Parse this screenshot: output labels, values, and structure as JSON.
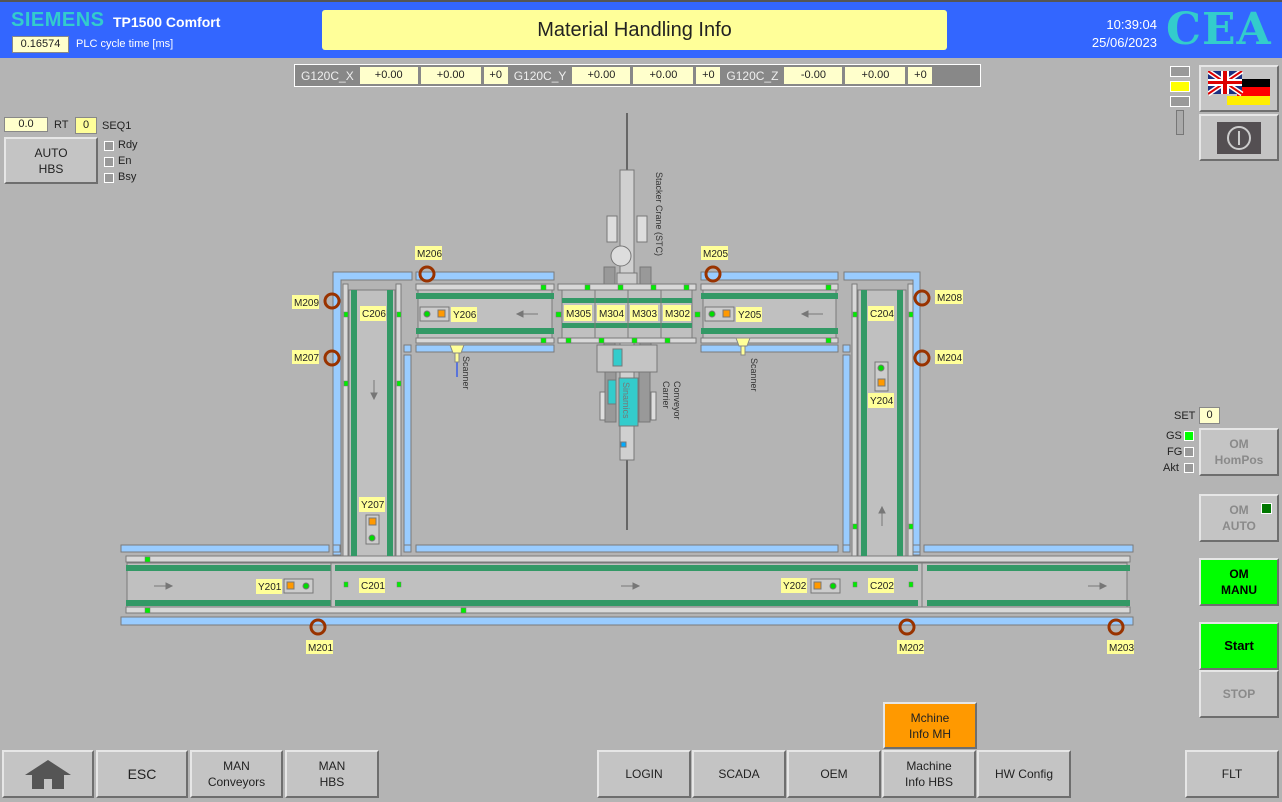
{
  "header": {
    "brand": "SIEMENS",
    "model": "TP1500 Comfort",
    "cycle_time": "0.16574",
    "cycle_label": "PLC cycle time [ms]",
    "title": "Material Handling Info",
    "time": "10:39:04",
    "date": "25/06/2023",
    "logo": "CEA"
  },
  "drives": [
    {
      "name": "G120C_X",
      "v1": "+0.00",
      "v2": "+0.00",
      "v3": "+0"
    },
    {
      "name": "G120C_Y",
      "v1": "+0.00",
      "v2": "+0.00",
      "v3": "+0"
    },
    {
      "name": "G120C_Z",
      "v1": "-0.00",
      "v2": "+0.00",
      "v3": "+0"
    }
  ],
  "hbs": {
    "rt_value": "0.0",
    "rt_label": "RT",
    "seq_value": "0",
    "seq_label": "SEQ1",
    "auto_button": "AUTO\nHBS",
    "status": [
      "Rdy",
      "En",
      "Bsy"
    ]
  },
  "right_panel": {
    "set_label": "SET",
    "set_value": "0",
    "indicators": [
      {
        "label": "GS",
        "color": "#00ff00"
      },
      {
        "label": "FG",
        "color": "#999999"
      },
      {
        "label": "Akt",
        "color": "#999999"
      }
    ],
    "om_hompos": "OM\nHomPos",
    "om_auto": "OM\nAUTO",
    "om_manu": "OM\nMANU",
    "start": "Start",
    "stop": "STOP",
    "language_icon": "uk-de-flag-icon",
    "power_icon": "power-icon"
  },
  "diagram": {
    "crane_label": "Stacker Crane (STC)",
    "carrier_label": "Conveyor\nCarrier",
    "carrier_line1": "Conveyor",
    "carrier_line2": "Carrier",
    "sinamics": "Sinamics",
    "scanner": "Scanner",
    "motors": [
      "M206",
      "M205",
      "M209",
      "M207",
      "M208",
      "M204",
      "M201",
      "M202",
      "M203"
    ],
    "stations": [
      "M305",
      "M304",
      "M303",
      "M302"
    ],
    "conveyors": [
      "C206",
      "C204",
      "C201",
      "C202"
    ],
    "valves": [
      "Y206",
      "Y205",
      "Y204",
      "Y207",
      "Y201",
      "Y202"
    ]
  },
  "footer": {
    "home": "home-icon",
    "esc": "ESC",
    "man_conveyors": "MAN\nConveyors",
    "man_hbs": "MAN\nHBS",
    "login": "LOGIN",
    "scada": "SCADA",
    "oem": "OEM",
    "machine_info_hbs": "Machine\nInfo HBS",
    "hw_config": "HW Config",
    "flt": "FLT",
    "machine_info_mh": "Mchine\nInfo MH"
  },
  "colors": {
    "header": "#3366ff",
    "active": "#00ff00",
    "accent": "#ff9900",
    "label": "#ffff99"
  }
}
